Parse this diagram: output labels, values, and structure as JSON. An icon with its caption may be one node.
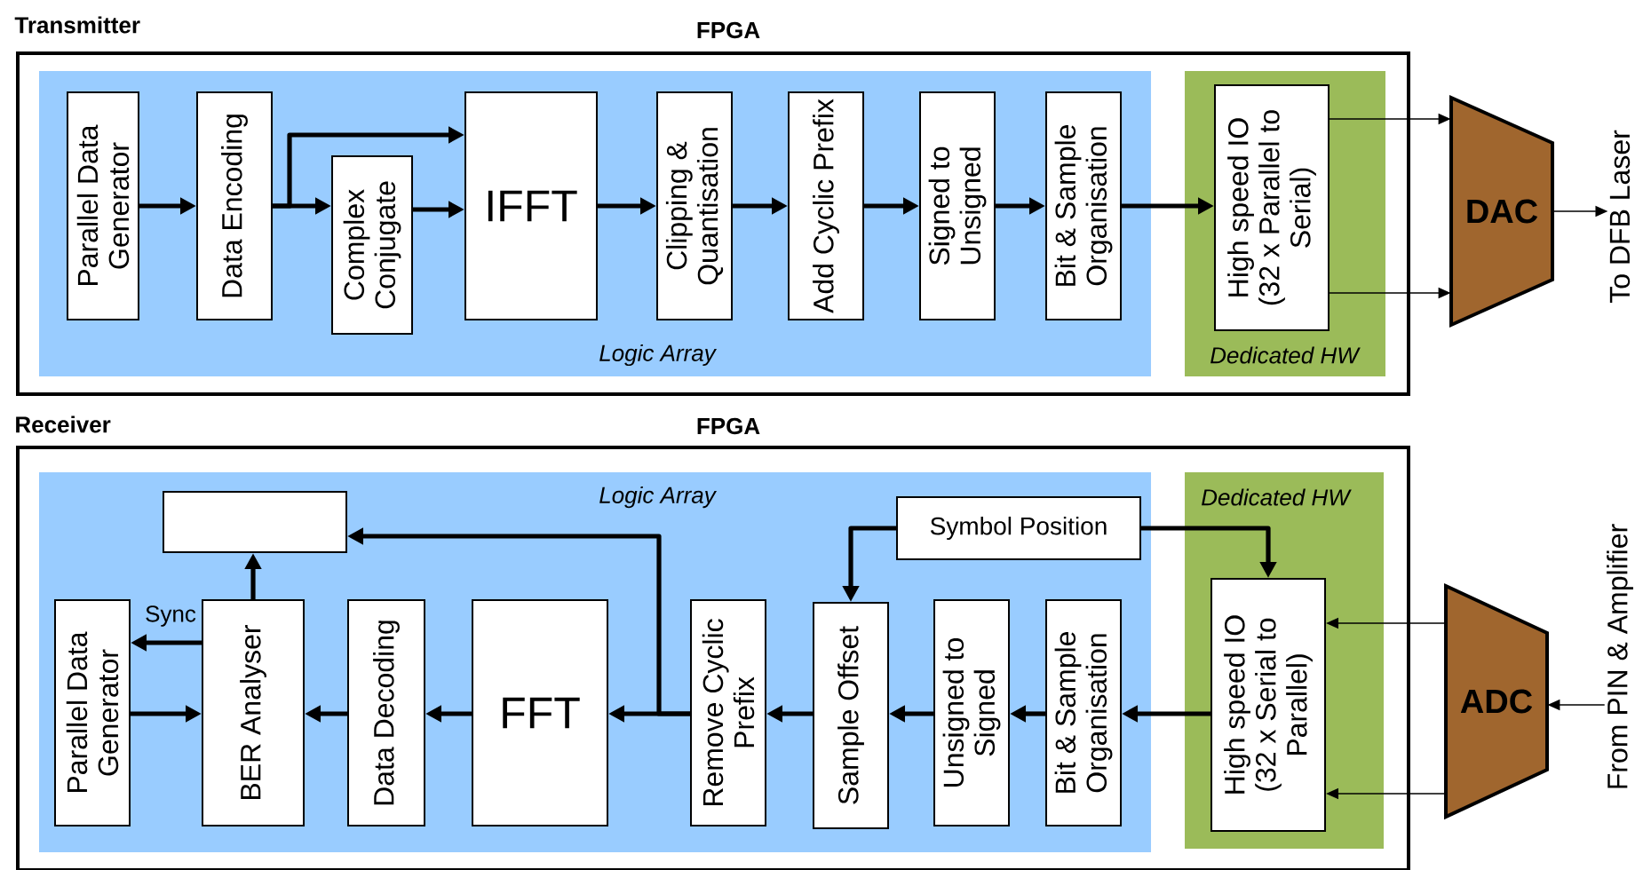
{
  "diagram": {
    "nodes": [
      {
        "text": [
          "FPGA"
        ]
      },
      {
        "text": [
          "Logic Array"
        ],
        "in": 0
      },
      {
        "text": [
          "Dedicated HW"
        ],
        "in": 0
      },
      {
        "text": [
          "Parallel Data Generator"
        ],
        "in": 1
      },
      {
        "text": [
          "Data Encoding"
        ],
        "in": 1
      },
      {
        "text": [
          "Complex Conjugate"
        ],
        "in": 1
      },
      {
        "text": [
          "IFFT"
        ],
        "in": 1
      },
      {
        "text": [
          "Clipping & Quantisation"
        ],
        "in": 1
      },
      {
        "text": [
          "Add Cyclic Prefix"
        ],
        "in": 1
      },
      {
        "text": [
          "Signed to Unsigned"
        ],
        "in": 1
      },
      {
        "text": [
          "Bit & Sample Organisation"
        ],
        "in": 1
      },
      {
        "text": [
          "High speed IO (32 x Parallel to Serial)"
        ],
        "in": 2
      },
      {
        "text": [
          "DAC"
        ]
      },
      {
        "text": [
          "To DFB Laser"
        ]
      },
      {
        "text": [
          "FPGA"
        ]
      },
      {
        "text": [
          "Logic Array"
        ],
        "in": 14
      },
      {
        "text": [
          "Dedicated HW"
        ],
        "in": 14
      },
      {
        "text": [],
        "shape": "box",
        "in": 15
      },
      {
        "text": [
          "Symbol Position"
        ],
        "in": 15
      },
      {
        "text": [
          "Parallel Data Generator"
        ],
        "in": 15
      },
      {
        "text": [
          "BER Analyser"
        ],
        "in": 15
      },
      {
        "text": [
          "Data Decoding"
        ],
        "in": 15
      },
      {
        "text": [
          "FFT"
        ],
        "in": 15
      },
      {
        "text": [
          "Remove Cyclic Prefix"
        ],
        "in": 15
      },
      {
        "text": [
          "Sample Offset"
        ],
        "in": 15
      },
      {
        "text": [
          "Unsigned to Signed"
        ],
        "in": 15
      },
      {
        "text": [
          "Bit & Sample Organisation"
        ],
        "in": 15
      },
      {
        "text": [
          "High speed IO (32 x Serial to Parallel)"
        ],
        "in": 16
      },
      {
        "text": [
          "ADC"
        ]
      },
      {
        "text": [
          "From PIN & Amplifier"
        ]
      }
    ],
    "edges": [
      {
        "from": 3,
        "to": 4,
        "arrow": "to"
      },
      {
        "from": 4,
        "to": 5,
        "arrow": "to"
      },
      {
        "from": 4,
        "to": 6,
        "arrow": "to"
      },
      {
        "from": 5,
        "to": 6,
        "arrow": "to"
      },
      {
        "from": 6,
        "to": 7,
        "arrow": "to"
      },
      {
        "from": 7,
        "to": 8,
        "arrow": "to"
      },
      {
        "from": 8,
        "to": 9,
        "arrow": "to"
      },
      {
        "from": 9,
        "to": 10,
        "arrow": "to"
      },
      {
        "from": 10,
        "to": 11,
        "arrow": "to"
      },
      {
        "from": 11,
        "to": 12,
        "arrow": "to"
      },
      {
        "from": 11,
        "to": 12,
        "arrow": "to"
      },
      {
        "from": 12,
        "to": 13,
        "arrow": "to"
      },
      {
        "from": 29,
        "to": 28,
        "arrow": "to"
      },
      {
        "from": 28,
        "to": 27,
        "arrow": "to"
      },
      {
        "from": 28,
        "to": 27,
        "arrow": "to"
      },
      {
        "from": 27,
        "to": 26,
        "arrow": "to"
      },
      {
        "from": 26,
        "to": 25,
        "arrow": "to"
      },
      {
        "from": 25,
        "to": 24,
        "arrow": "to"
      },
      {
        "from": 24,
        "to": 23,
        "arrow": "to"
      },
      {
        "from": 23,
        "to": 22,
        "arrow": "to"
      },
      {
        "from": 22,
        "to": 21,
        "arrow": "to"
      },
      {
        "from": 21,
        "to": 20,
        "arrow": "to"
      },
      {
        "from": 19,
        "to": 20,
        "arrow": "to"
      },
      {
        "from": 23,
        "to": 17,
        "arrow": "to"
      },
      {
        "from": 20,
        "to": 19,
        "arrow": "to",
        "label": "Sync"
      },
      {
        "from": 20,
        "to": 17,
        "arrow": "to"
      },
      {
        "from": 18,
        "to": 24,
        "arrow": "to"
      },
      {
        "from": 18,
        "to": 27,
        "arrow": "to"
      }
    ],
    "labels": [
      "Transmitter",
      "Receiver"
    ]
  }
}
